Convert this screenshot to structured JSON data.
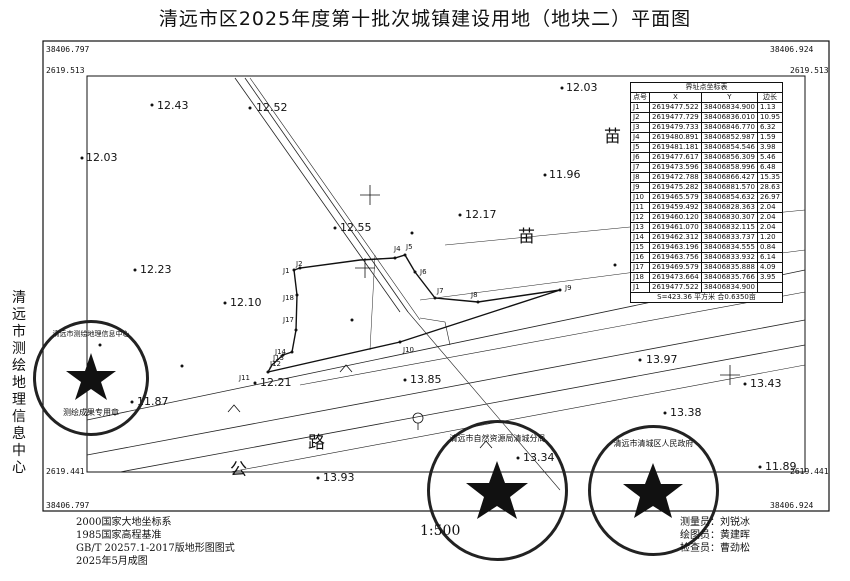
{
  "title": "清远市区2025年度第十批次城镇建设用地（地块二）平面图",
  "corners": {
    "tl_x": "38406.797",
    "tl_y": "2619.513",
    "tr_x": "38406.924",
    "tr_y": "2619.513",
    "bl_y": "2619.441",
    "bl_x": "38406.797",
    "br_y": "2619.441",
    "br_x": "38406.924"
  },
  "elevations": [
    "12.03",
    "12.43",
    "12.52",
    "12.03",
    "11.96",
    "12.55",
    "12.17",
    "12.23",
    "12.10",
    "13.97",
    "12.21",
    "13.85",
    "11.87",
    "13.43",
    "13.38",
    "13.34",
    "13.93",
    "11.89"
  ],
  "map_text": {
    "miao1": "苗",
    "miao2": "苗",
    "lu": "路",
    "gong": "公"
  },
  "points": [
    "J1",
    "J2",
    "J4",
    "J5",
    "J6",
    "J7",
    "J8",
    "J9",
    "J10",
    "J11",
    "J12",
    "J13",
    "J14",
    "J15",
    "J16",
    "J17",
    "J18"
  ],
  "coord_table": {
    "title": "界址点坐标表",
    "headers": [
      "点号",
      "X",
      "Y",
      "边长"
    ],
    "rows": [
      [
        "J1",
        "2619477.522",
        "38406834.900",
        "1.13"
      ],
      [
        "J2",
        "2619477.729",
        "38406836.010",
        "10.95"
      ],
      [
        "J3",
        "2619479.733",
        "38406846.770",
        "6.32"
      ],
      [
        "J4",
        "2619480.891",
        "38406852.987",
        "1.59"
      ],
      [
        "J5",
        "2619481.181",
        "38406854.546",
        "3.98"
      ],
      [
        "J6",
        "2619477.617",
        "38406856.309",
        "5.46"
      ],
      [
        "J7",
        "2619473.596",
        "38406858.996",
        "6.48"
      ],
      [
        "J8",
        "2619472.788",
        "38406866.427",
        "15.35"
      ],
      [
        "J9",
        "2619475.282",
        "38406881.570",
        "28.63"
      ],
      [
        "J10",
        "2619465.579",
        "38406854.632",
        "26.97"
      ],
      [
        "J11",
        "2619459.492",
        "38406828.363",
        "2.04"
      ],
      [
        "J12",
        "2619460.120",
        "38406830.307",
        "2.04"
      ],
      [
        "J13",
        "2619461.070",
        "38406832.115",
        "2.04"
      ],
      [
        "J14",
        "2619462.312",
        "38406833.737",
        "1.20"
      ],
      [
        "J15",
        "2619463.196",
        "38406834.555",
        "0.84"
      ],
      [
        "J16",
        "2619463.756",
        "38406833.932",
        "6.14"
      ],
      [
        "J17",
        "2619469.579",
        "38406835.888",
        "4.09"
      ],
      [
        "J18",
        "2619473.664",
        "38406835.766",
        "3.95"
      ],
      [
        "J1",
        "2619477.522",
        "38406834.900",
        ""
      ]
    ],
    "area": "S=423.36 平方米 合0.6350亩"
  },
  "side_org": "清远市测绘地理信息中心",
  "seals": {
    "left_ring": "清远市测绘地理信息中心",
    "left_center": "测绘成果专用章",
    "mid_ring": "清远市自然资源局清城分局",
    "right_ring": "清远市清城区人民政府"
  },
  "scale": "1:500",
  "footer_left": [
    "2000国家大地坐标系",
    "1985国家高程基准",
    "GB/T 20257.1-2017版地形图图式",
    "2025年5月成图"
  ],
  "footer_right": [
    "测量员：刘锐冰",
    "绘图员：黄建晖",
    "检查员：曹劲松"
  ]
}
